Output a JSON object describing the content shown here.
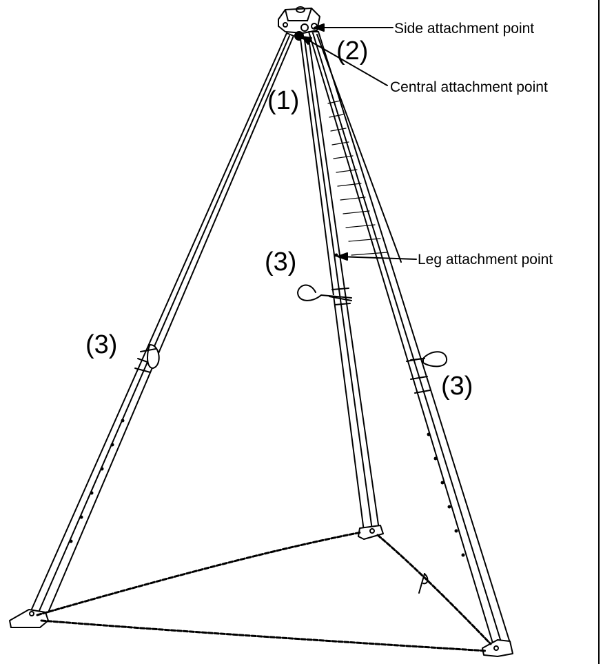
{
  "labels": {
    "side_attachment": "Side attachment point",
    "central_attachment": "Central attachment point",
    "leg_attachment": "Leg attachment point",
    "marker_1": "(1)",
    "marker_2": "(2)",
    "marker_3_left": "(3)",
    "marker_3_center": "(3)",
    "marker_3_right": "(3)"
  }
}
